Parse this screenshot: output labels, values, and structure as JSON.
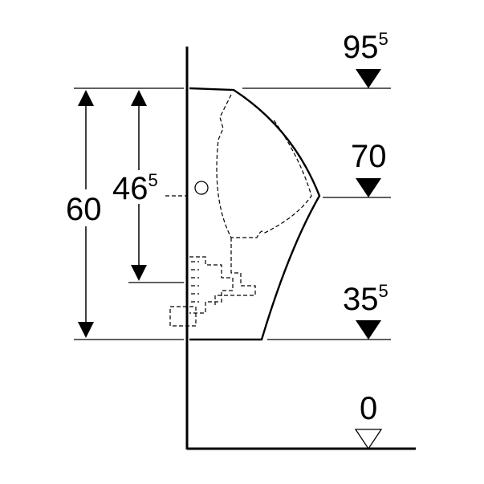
{
  "diagram": {
    "type": "dimension-drawing",
    "levels": [
      {
        "id": "level-95-5",
        "main": "95",
        "sup": "5"
      },
      {
        "id": "level-70",
        "main": "70",
        "sup": ""
      },
      {
        "id": "level-35-5",
        "main": "35",
        "sup": "5"
      },
      {
        "id": "level-0",
        "main": "0",
        "sup": ""
      }
    ],
    "dimensions": [
      {
        "id": "dim-60",
        "main": "60",
        "sup": ""
      },
      {
        "id": "dim-46-5",
        "main": "46",
        "sup": "5"
      }
    ],
    "colors": {
      "line": "#000000",
      "background": "#ffffff"
    }
  }
}
